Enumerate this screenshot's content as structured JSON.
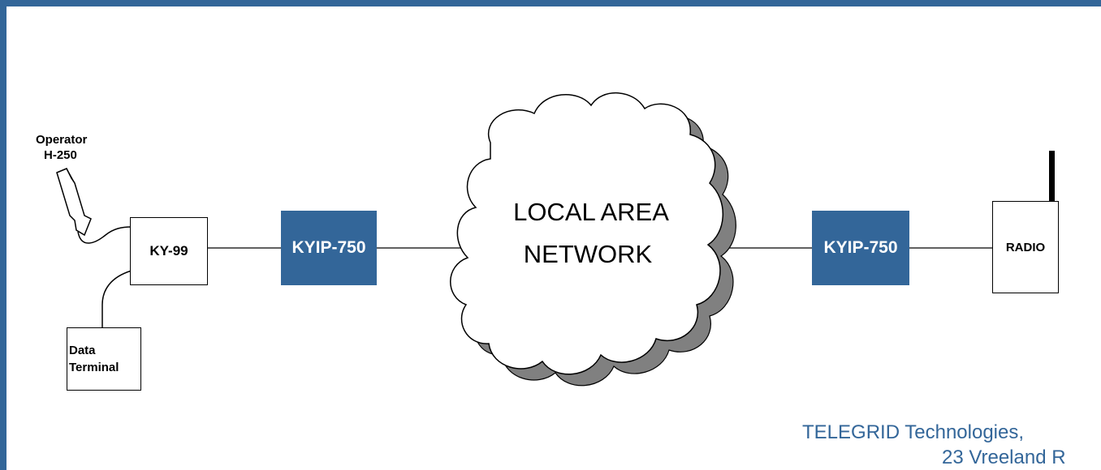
{
  "operator": {
    "label": "Operator",
    "model": "H-250"
  },
  "ky99": {
    "label": "KY-99"
  },
  "data_terminal": {
    "line1": "Data",
    "line2": "Terminal"
  },
  "kyip_left": {
    "label": "KYIP-750"
  },
  "lan": {
    "line1": "LOCAL AREA",
    "line2": "NETWORK"
  },
  "kyip_right": {
    "label": "KYIP-750"
  },
  "radio": {
    "label": "RADIO"
  },
  "footer": {
    "company": "TELEGRID Technologies,",
    "address": "23 Vreeland R"
  },
  "colors": {
    "accent": "#336699",
    "cloud_shadow": "#808080"
  }
}
